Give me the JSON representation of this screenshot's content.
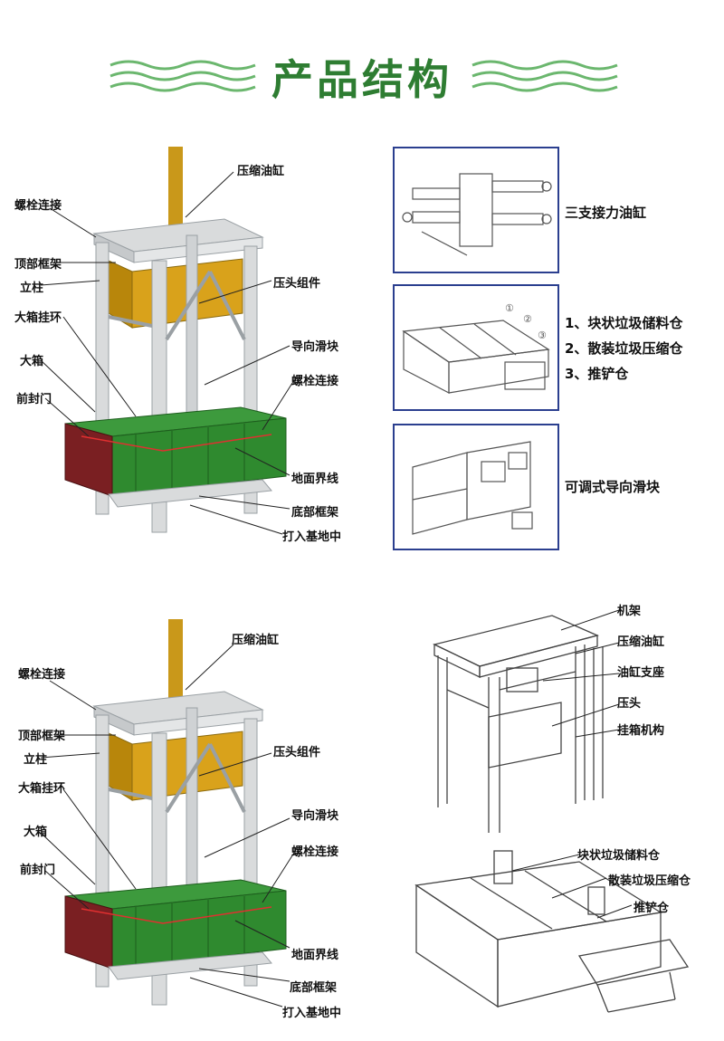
{
  "header": {
    "title": "产品结构",
    "accent_color": "#2e7d32"
  },
  "diagram_top": {
    "labels": {
      "cylinder": "压缩油缸",
      "bolt_top": "螺栓连接",
      "top_frame": "顶部框架",
      "column": "立柱",
      "press_head": "压头组件",
      "box_hook": "大箱挂环",
      "guide_slider": "导向滑块",
      "big_box": "大箱",
      "bolt_side": "螺栓连接",
      "front_door": "前封门",
      "ground_line": "地面界线",
      "bottom_frame": "底部框架",
      "embed": "打入基地中"
    }
  },
  "panels": {
    "p1": "三支接力油缸",
    "p2_items": [
      "1、块状垃圾储料仓",
      "2、散装垃圾压缩仓",
      "3、推铲仓"
    ],
    "p2_markers": [
      "①",
      "②",
      "③"
    ],
    "p3": "可调式导向滑块",
    "border_color": "#2b3f8f"
  },
  "diagram_bottom": {
    "labels": {
      "cylinder": "压缩油缸",
      "bolt_top": "螺栓连接",
      "top_frame": "顶部框架",
      "column": "立柱",
      "press_head": "压头组件",
      "box_hook": "大箱挂环",
      "guide_slider": "导向滑块",
      "big_box": "大箱",
      "bolt_side": "螺栓连接",
      "front_door": "前封门",
      "ground_line": "地面界线",
      "bottom_frame": "底部框架",
      "embed": "打入基地中"
    }
  },
  "machine_frame": {
    "labels": {
      "frame": "机架",
      "cylinder": "压缩油缸",
      "cyl_support": "油缸支座",
      "press": "压头",
      "hook": "挂箱机构"
    }
  },
  "machine_bins": {
    "labels": {
      "block_bin": "块状垃圾储料仓",
      "bulk_bin": "散装垃圾压缩仓",
      "push_bin": "推铲仓"
    }
  },
  "colors": {
    "frame_gray": "#d9dbdc",
    "box_green": "#2f8a2f",
    "door_red": "#7a1f22",
    "press_yellow": "#d9a21b",
    "cylinder_yellow": "#c9981a"
  }
}
